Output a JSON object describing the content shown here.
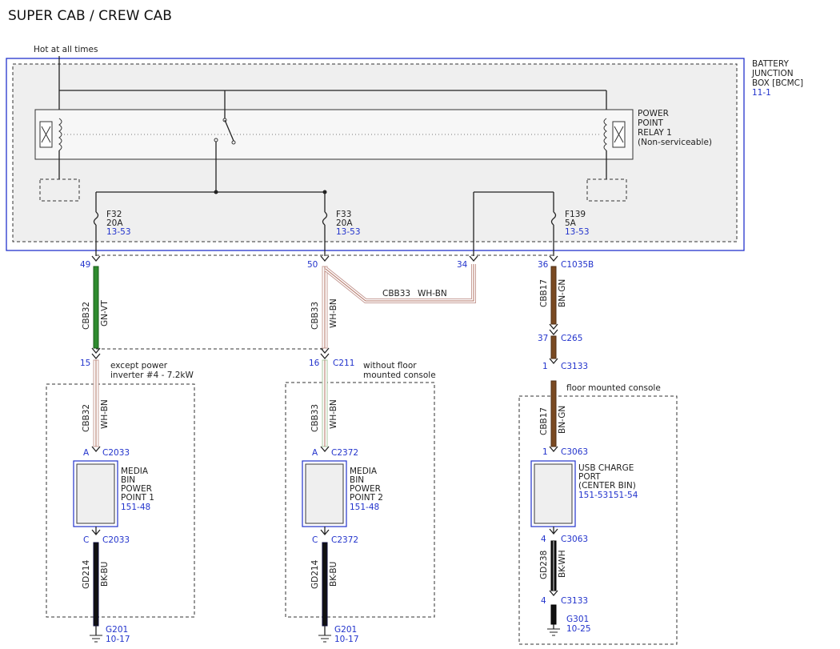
{
  "title": "SUPER CAB / CREW CAB",
  "hot_label": "Hot at all times",
  "bjb": {
    "l1": "BATTERY",
    "l2": "JUNCTION",
    "l3": "BOX [BCMC]",
    "ref": "11-1"
  },
  "relay": {
    "l1": "POWER",
    "l2": "POINT",
    "l3": "RELAY 1",
    "l4": "(Non-serviceable)"
  },
  "fuses": [
    {
      "name": "F32",
      "rating": "20A",
      "ref": "13-53"
    },
    {
      "name": "F33",
      "rating": "20A",
      "ref": "13-53"
    },
    {
      "name": "F139",
      "rating": "5A",
      "ref": "13-53"
    }
  ],
  "pins_top": [
    "49",
    "50",
    "34",
    "36"
  ],
  "c1035b": "C1035B",
  "wires": {
    "w1": {
      "circuit": "CBB32",
      "color": "GN-VT"
    },
    "w2": {
      "circuit": "CBB33",
      "color": "WH-BN"
    },
    "w3": {
      "circuit": "CBB33",
      "color": "WH-BN"
    },
    "w4": {
      "circuit": "CBB17",
      "color": "BN-GN"
    },
    "w5": {
      "circuit": "CBB32",
      "color": "WH-BN"
    },
    "w6": {
      "circuit": "CBB33",
      "color": "WH-BN"
    },
    "w7": {
      "circuit": "CBB17",
      "color": "BN-GN"
    },
    "w8": {
      "circuit": "GD214",
      "color": "BK-BU"
    },
    "w9": {
      "circuit": "GD214",
      "color": "BK-BU"
    },
    "w10": {
      "circuit": "GD238",
      "color": "BK-WH"
    }
  },
  "conns": {
    "c15": {
      "pin": "15"
    },
    "c16": {
      "pin": "16",
      "name": "C211"
    },
    "c265": {
      "pin": "37",
      "name": "C265"
    },
    "c3133a": {
      "pin": "1",
      "name": "C3133"
    },
    "c2033a": {
      "pin": "A",
      "name": "C2033"
    },
    "c2372a": {
      "pin": "A",
      "name": "C2372"
    },
    "c3063a": {
      "pin": "1",
      "name": "C3063"
    },
    "c2033c": {
      "pin": "C",
      "name": "C2033"
    },
    "c2372c": {
      "pin": "C",
      "name": "C2372"
    },
    "c3063b": {
      "pin": "4",
      "name": "C3063"
    },
    "c3133b": {
      "pin": "4",
      "name": "C3133"
    }
  },
  "notes": {
    "n1a": "except power",
    "n1b": "inverter #4 - 7.2kW",
    "n2a": "without floor",
    "n2b": "mounted console",
    "n3": "floor mounted console"
  },
  "comp1": {
    "l1": "MEDIA",
    "l2": "BIN",
    "l3": "POWER",
    "l4": "POINT 1",
    "ref": "151-48"
  },
  "comp2": {
    "l1": "MEDIA",
    "l2": "BIN",
    "l3": "POWER",
    "l4": "POINT 2",
    "ref": "151-48"
  },
  "comp3": {
    "l1": "USB CHARGE",
    "l2": "PORT",
    "l3": "(CENTER BIN)",
    "ref": "151-53151-54"
  },
  "grounds": [
    {
      "name": "G201",
      "ref": "10-17"
    },
    {
      "name": "G201",
      "ref": "10-17"
    },
    {
      "name": "G301",
      "ref": "10-25"
    }
  ],
  "colors": {
    "green": "#2e8b2e",
    "violet": "#6a2c8a",
    "brown": "#7a4a22",
    "black": "#111111",
    "blue": "#2233cc",
    "white_bn": "#b07060"
  }
}
